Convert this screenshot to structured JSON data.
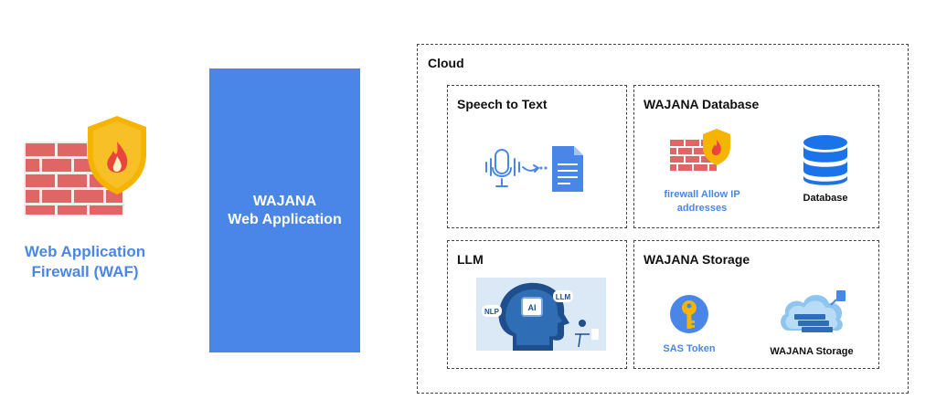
{
  "waf": {
    "label_line1": "Web Application",
    "label_line2": "Firewall (WAF)",
    "icon": "firewall-shield-icon"
  },
  "webapp": {
    "line1": "WAJANA",
    "line2": "Web Application"
  },
  "cloud": {
    "label": "Cloud",
    "speech_to_text": {
      "title": "Speech to Text",
      "icon": "speech-to-document-icon"
    },
    "database": {
      "title": "WAJANA Database",
      "firewall_label_line1": "firewall Allow IP",
      "firewall_label_line2": "addresses",
      "db_label": "Database"
    },
    "llm": {
      "title": "LLM",
      "nlp_tag": "NLP",
      "ai_tag": "AI",
      "llm_tag": "LLM"
    },
    "storage": {
      "title": "WAJANA Storage",
      "token_label": "SAS Token",
      "storage_label": "WAJANA Storage"
    }
  },
  "colors": {
    "accent_blue": "#4a86e8",
    "brick": "#e06666",
    "shield": "#f4b400"
  }
}
